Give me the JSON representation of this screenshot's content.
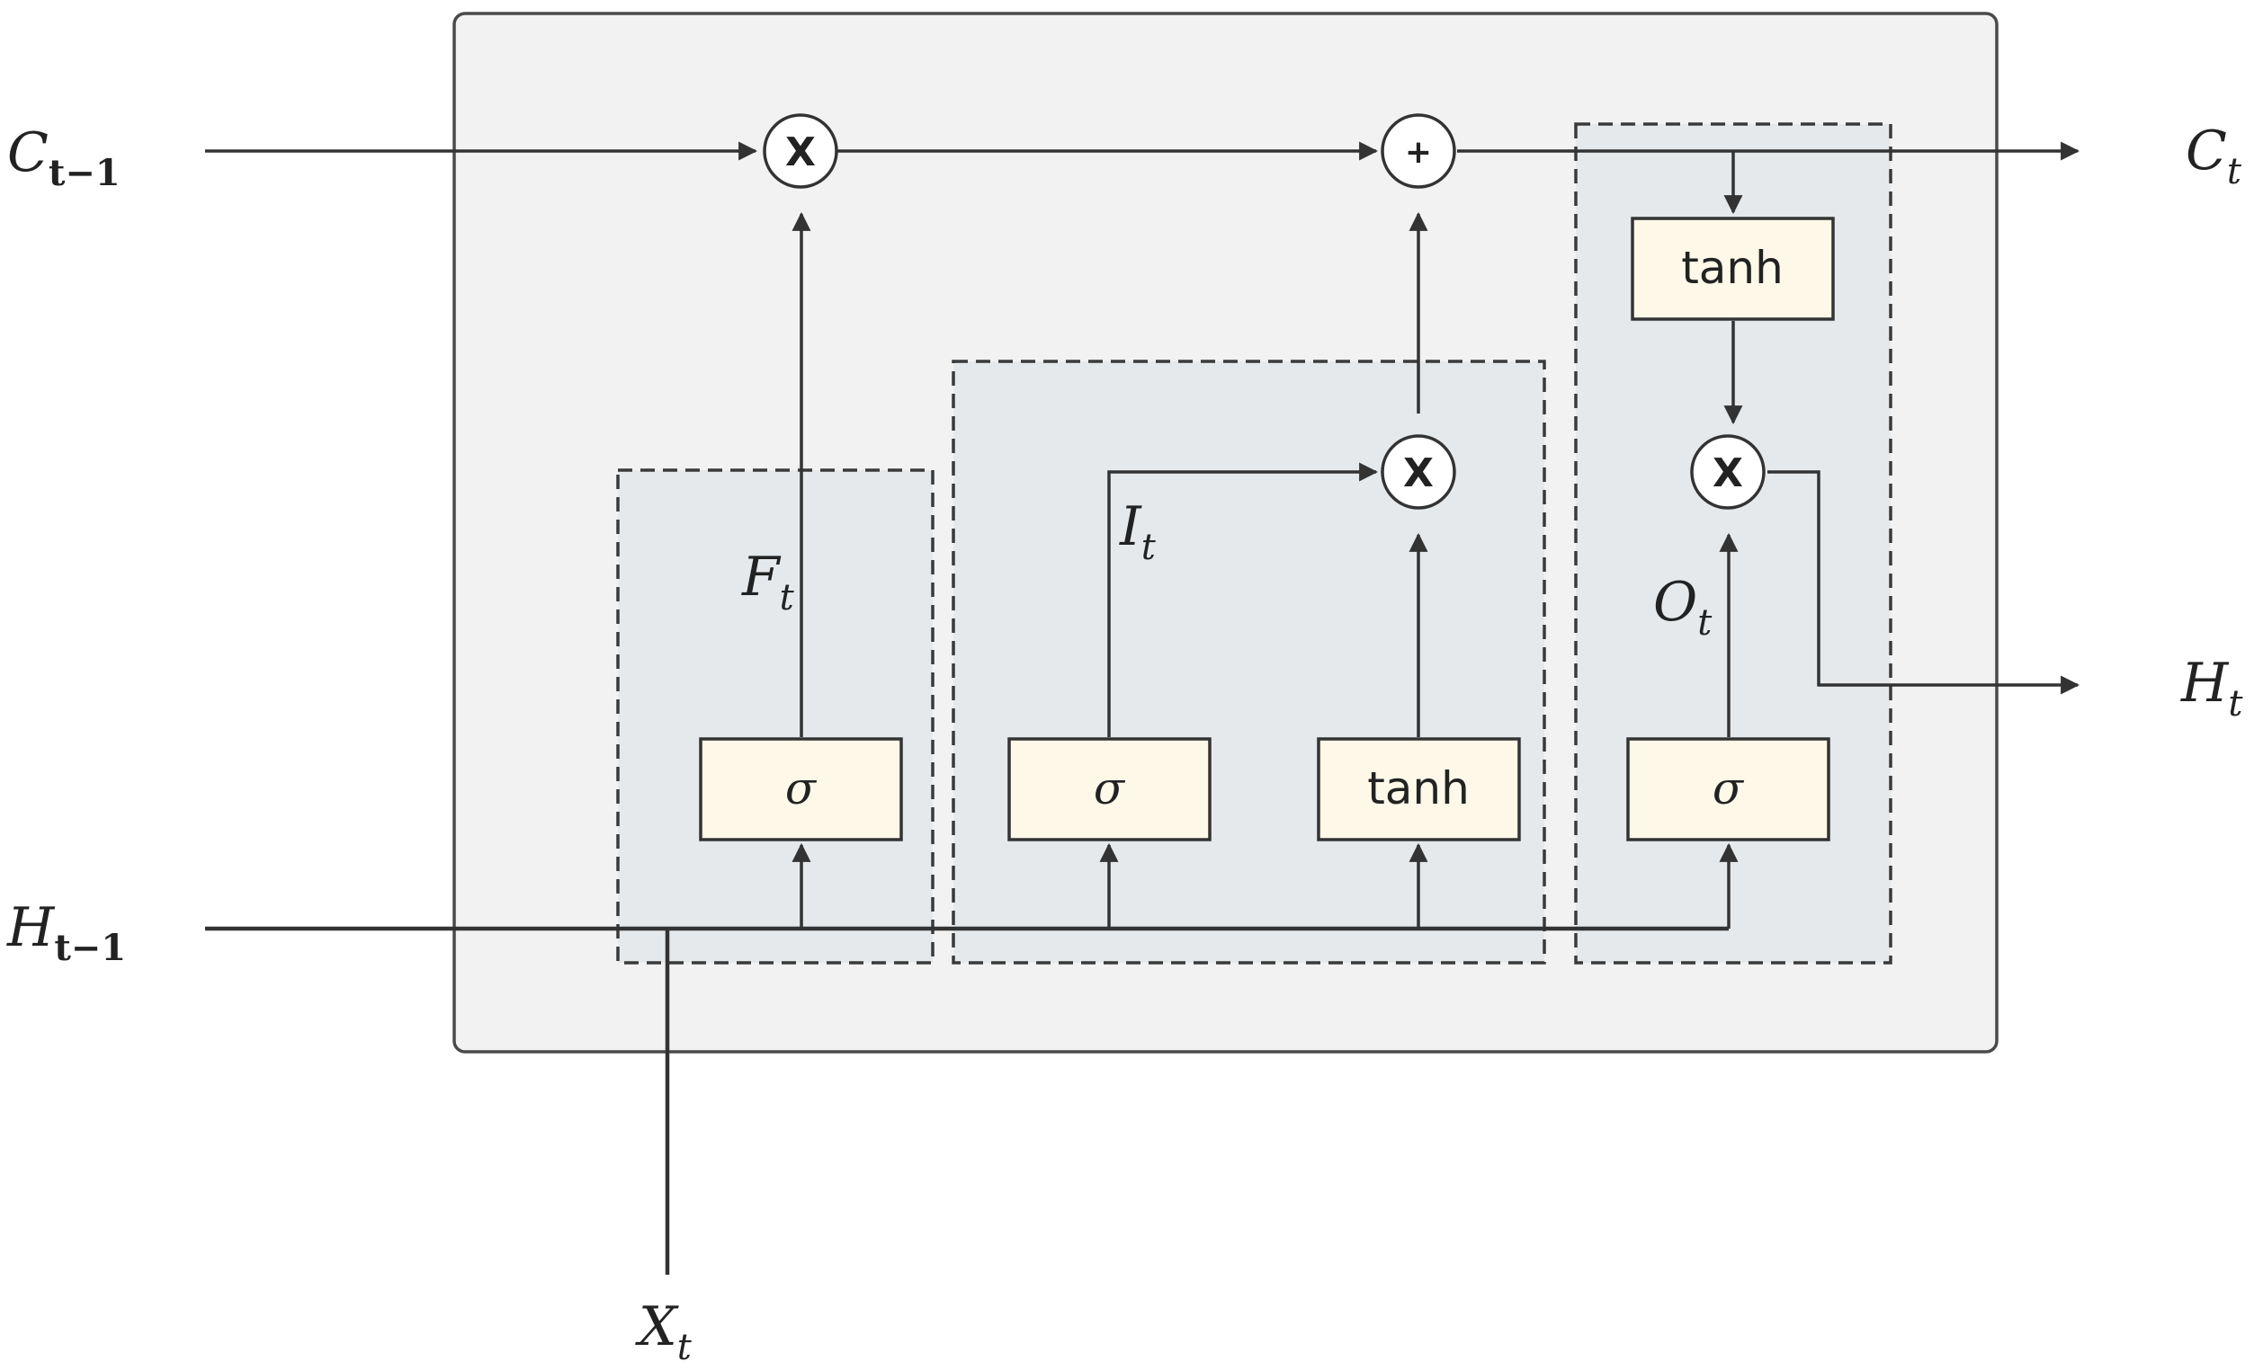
{
  "labels": {
    "c_prev": {
      "main": "C",
      "sub": "t−1"
    },
    "h_prev": {
      "main": "H",
      "sub": "t−1"
    },
    "c_out": {
      "main": "C",
      "sub": "t"
    },
    "h_out": {
      "main": "H",
      "sub": "t"
    },
    "x_in": {
      "main": "X",
      "sub": "t"
    },
    "forget": {
      "main": "F",
      "sub": "t"
    },
    "input": {
      "main": "I",
      "sub": "t"
    },
    "output": {
      "main": "O",
      "sub": "t"
    }
  },
  "operators": {
    "forget_mul": "X",
    "cell_add": "+",
    "input_mul": "X",
    "output_mul": "X"
  },
  "activations": {
    "forget_sigma": "σ",
    "input_sigma": "σ",
    "candidate_tanh": "tanh",
    "output_sigma": "σ",
    "cell_tanh": "tanh"
  }
}
